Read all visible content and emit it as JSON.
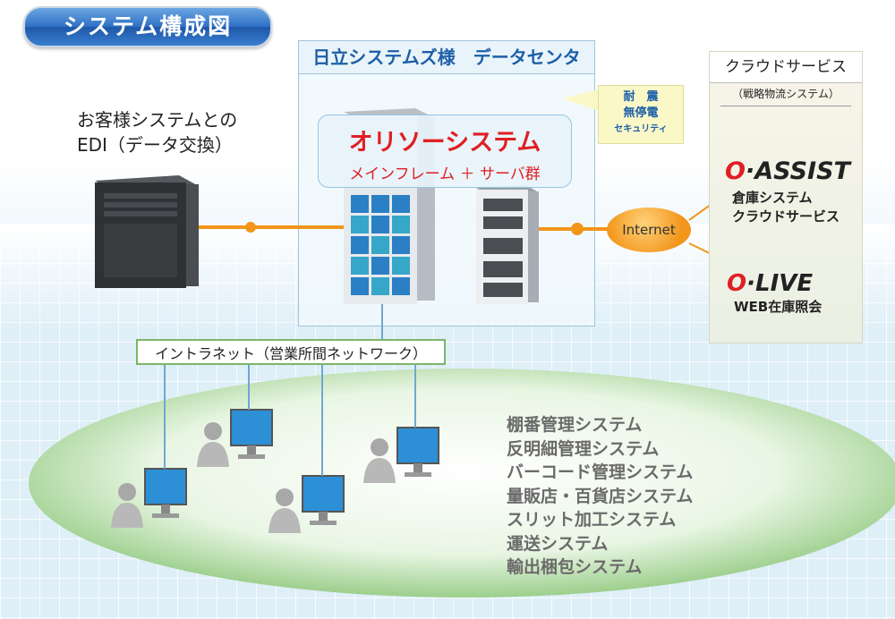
{
  "title": "システム構成図",
  "datacenter": {
    "header": "日立システムズ様　データセンタ",
    "system_name": "オリソーシステム",
    "system_sub": "メインフレーム ＋ サーバ群",
    "callout_lines": [
      "耐　震",
      "無停電",
      "セキュリティ"
    ]
  },
  "customer": {
    "line1": "お客様システムとの",
    "line2": "EDI（データ交換）"
  },
  "internet_label": "Internet",
  "cloud": {
    "title": "クラウドサービス",
    "subtitle": "（戦略物流システム）",
    "assist_prefix": "O",
    "assist_name": "ASSIST",
    "assist_lines": [
      "倉庫システム",
      "クラウドサービス"
    ],
    "live_prefix": "O",
    "live_name": "LIVE",
    "live_sub": "WEB在庫照会"
  },
  "intranet_label": "イントラネット（営業所間ネットワーク）",
  "systems": [
    "棚番管理システム",
    "反明細管理システム",
    "バーコード管理システム",
    "量販店・百貨店システム",
    "スリット加工システム",
    "運送システム",
    "輸出梱包システム"
  ],
  "colors": {
    "accent_blue": "#1d5fa8",
    "brand_red": "#e01f24",
    "orange_link": "#f2951a",
    "intranet_green": "#7bb66b",
    "ellipse_green": "#9ccf8c"
  }
}
